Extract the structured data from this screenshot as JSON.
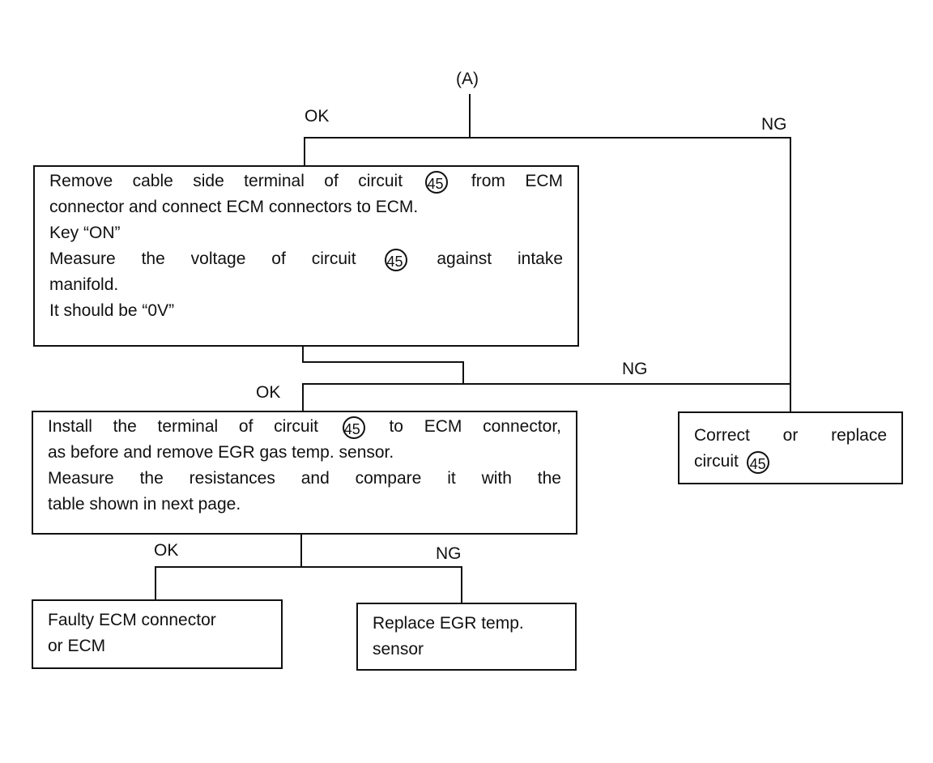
{
  "start": "(A)",
  "branch1": {
    "ok": "OK",
    "ng": "NG"
  },
  "box1": {
    "line1_a": "Remove cable side terminal of circuit",
    "line1_b": "from ECM",
    "line2": "connector and connect ECM connectors to ECM.",
    "line3": "Key “ON”",
    "line4_a": "Measure the voltage of circuit",
    "line4_b": "against intake",
    "line5": "manifold.",
    "line6": "It should be “0V”"
  },
  "branch2": {
    "ok": "OK",
    "ng": "NG"
  },
  "box2": {
    "line1_a": "Install the terminal of circuit",
    "line1_b": "to ECM connector,",
    "line2": "as before and remove EGR gas temp. sensor.",
    "line3": "Measure the resistances and compare it with the",
    "line4": "table shown in next page."
  },
  "box_correct": {
    "line1": "Correct or replace",
    "line2": "circuit"
  },
  "branch3": {
    "ok": "OK",
    "ng": "NG"
  },
  "box_faulty": {
    "line1": "Faulty ECM connector",
    "line2": "or ECM"
  },
  "box_replace": {
    "line1": "Replace EGR temp.",
    "line2": "sensor"
  },
  "circuit_number": "45"
}
